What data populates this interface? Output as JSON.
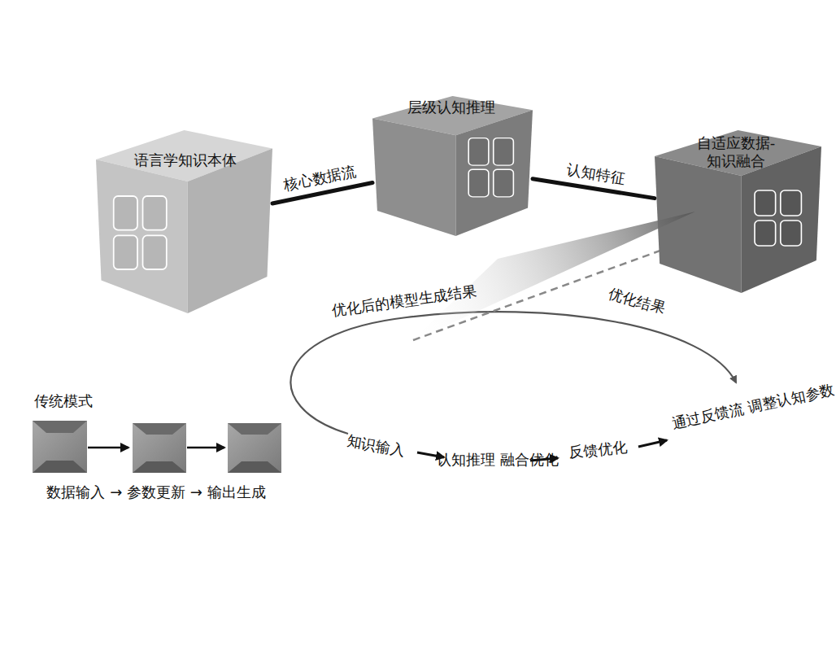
{
  "diagram": {
    "nodes": [
      {
        "text": [
          "语言学知识本体"
        ]
      },
      {
        "text": [
          "层级认知推理"
        ]
      },
      {
        "text": [
          "自适应数据- 知识融合"
        ]
      }
    ],
    "edges": [
      {
        "from": 0,
        "to": 1,
        "label": "核心数据流",
        "arrow": "none"
      },
      {
        "from": 1,
        "to": 2,
        "label": "认知特征",
        "arrow": "none"
      }
    ],
    "labels": [
      "优化后的模型生成结果",
      "优化结果",
      "知识输入",
      "认知推理 融合优化",
      "反馈优化",
      "通过反馈流 调整认知参数",
      "传统模式",
      "数据输入 → 参数更新 → 输出生成"
    ]
  }
}
